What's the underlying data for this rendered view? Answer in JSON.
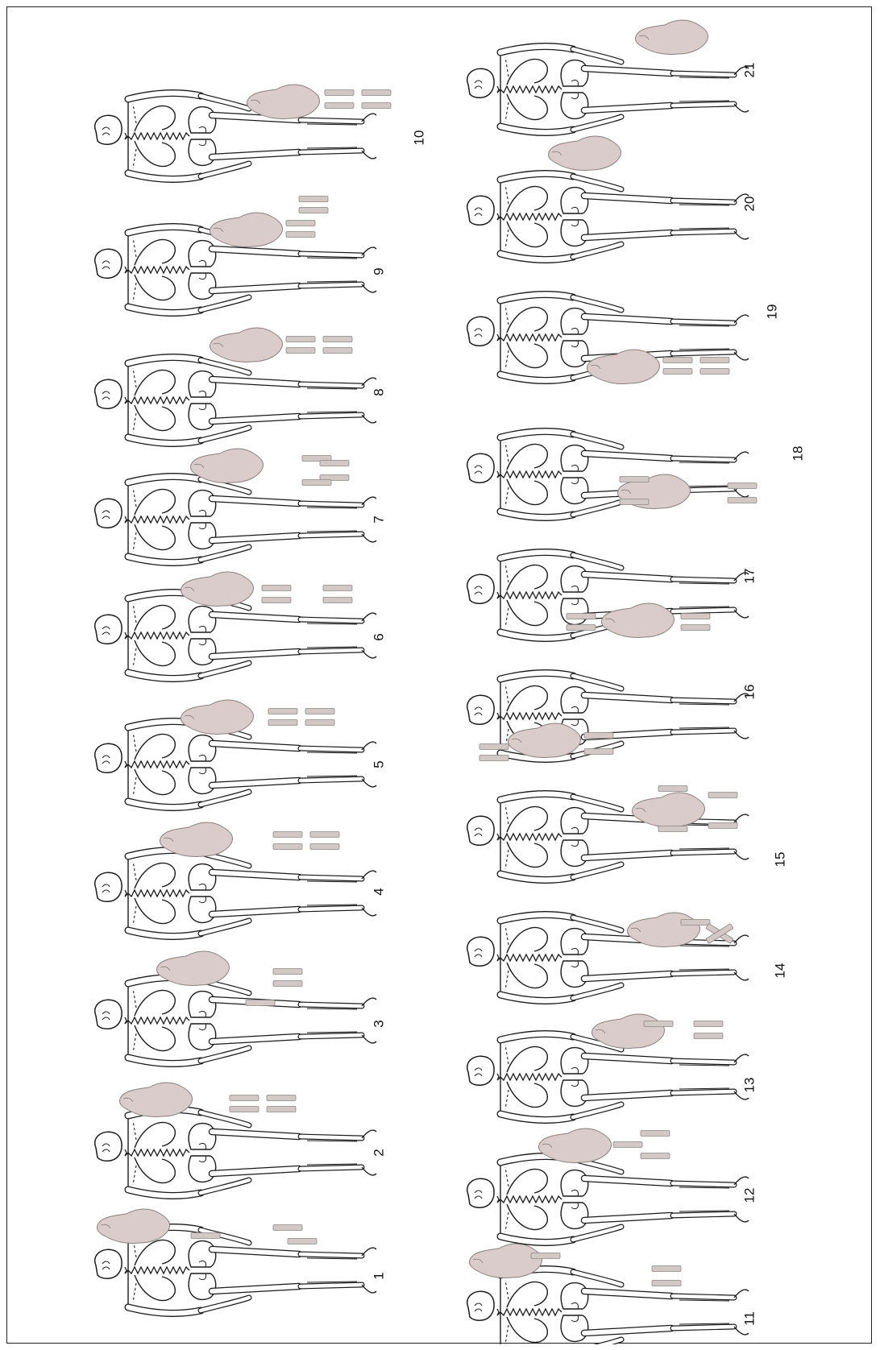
{
  "figure": {
    "colors": {
      "bone_stroke": "#1a1a1a",
      "bone_fill": "#ffffff",
      "cloth_fill": "#d9ccca",
      "cloth_stroke": "#8a7f7d",
      "bar_fill": "#d2c8c6",
      "bar_stroke": "#8f8684"
    },
    "burials": [
      {
        "label": "1"
      },
      {
        "label": "2"
      },
      {
        "label": "3"
      },
      {
        "label": "4"
      },
      {
        "label": "5"
      },
      {
        "label": "6"
      },
      {
        "label": "7"
      },
      {
        "label": "8"
      },
      {
        "label": "9"
      },
      {
        "label": "10"
      },
      {
        "label": "11"
      },
      {
        "label": "12"
      },
      {
        "label": "13"
      },
      {
        "label": "14"
      },
      {
        "label": "15"
      },
      {
        "label": "16"
      },
      {
        "label": "17"
      },
      {
        "label": "18"
      },
      {
        "label": "19"
      },
      {
        "label": "20"
      },
      {
        "label": "21"
      }
    ]
  }
}
